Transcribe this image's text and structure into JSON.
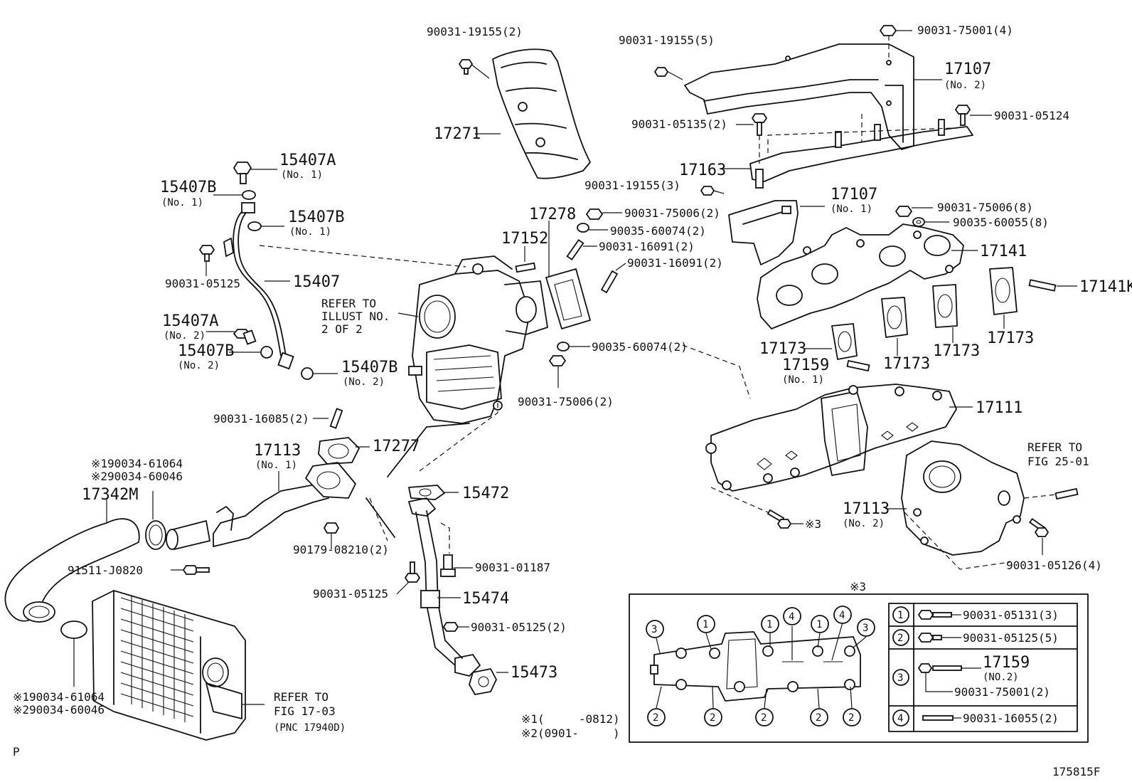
{
  "diagram_id": "175815F",
  "corner_mark": "P",
  "notes": {
    "note1": "※1(     -0812)",
    "note2": "※2(0901-     )"
  },
  "callouts": {
    "c17271": "17271",
    "c90031_19155_2_top": "90031-19155(2)",
    "c90031_19155_5": "90031-19155(5)",
    "c90031_75001_4": "90031-75001(4)",
    "c17107_no2": "17107",
    "c17107_no2_sub": "(No. 2)",
    "c90031_05135_2": "90031-05135(2)",
    "c90031_05124": "90031-05124",
    "c17163": "17163",
    "c90031_19155_3": "90031-19155(3)",
    "c17107_no1": "17107",
    "c17107_no1_sub": "(No. 1)",
    "c90031_75006_8": "90031-75006(8)",
    "c90035_60055_8": "90035-60055(8)",
    "c17141": "17141",
    "c17141K": "17141K",
    "c17173_a": "17173",
    "c17173_b": "17173",
    "c17173_c": "17173",
    "c17173_d": "17173",
    "c17159_no1": "17159",
    "c17159_no1_sub": "(No. 1)",
    "c17111": "17111",
    "c17113_no2": "17113",
    "c17113_no2_sub": "(No. 2)",
    "c90031_05126_4": "90031-05126(4)",
    "refer_fig25_l1": "REFER TO",
    "refer_fig25_l2": "FIG 25-01",
    "c17278": "17278",
    "c90031_75006_2_top": "90031-75006(2)",
    "c90035_60074_2_top": "90035-60074(2)",
    "c17152": "17152",
    "c90031_16091_2_a": "90031-16091(2)",
    "c90031_16091_2_b": "90031-16091(2)",
    "c90035_60074_2_bot": "90035-60074(2)",
    "c90031_75006_2_bot": "90031-75006(2)",
    "refer_illust_l1": "REFER TO",
    "refer_illust_l2": "ILLUST NO.",
    "refer_illust_l3": "2 OF 2",
    "c15407A_no1": "15407A",
    "c15407A_no1_sub": "(No. 1)",
    "c15407B_no1_a": "15407B",
    "c15407B_no1_a_sub": "(No. 1)",
    "c15407B_no1_b": "15407B",
    "c15407B_no1_b_sub": "(No. 1)",
    "c15407": "15407",
    "c90031_05125_left": "90031-05125",
    "c15407A_no2": "15407A",
    "c15407A_no2_sub": "(No. 2)",
    "c15407B_no2_a": "15407B",
    "c15407B_no2_a_sub": "(No. 2)",
    "c15407B_no2_b": "15407B",
    "c15407B_no2_b_sub": "(No. 2)",
    "c90031_16085_2": "90031-16085(2)",
    "c17277": "17277",
    "c17113_no1": "17113",
    "c17113_no1_sub": "(No. 1)",
    "clamp_top_1": "※190034-61064",
    "clamp_top_2": "※290034-60046",
    "c17342M": "17342M",
    "c90179_08210_2": "90179-08210(2)",
    "c91511_J0820": "91511-J0820",
    "c15472": "15472",
    "c90031_01187": "90031-01187",
    "c90031_05125_mid": "90031-05125",
    "c15474": "15474",
    "c90031_05125_2": "90031-05125(2)",
    "c15473": "15473",
    "clamp_bot_1": "※190034-61064",
    "clamp_bot_2": "※290034-60046",
    "refer_fig17_l1": "REFER TO",
    "refer_fig17_l2": "FIG 17-03",
    "refer_fig17_l3": "(PNC 17940D)",
    "mark3": "※3"
  },
  "inset": {
    "title": "※3",
    "gasket_circles": [
      "3",
      "1",
      "1",
      "4",
      "1",
      "4",
      "3",
      "2",
      "2",
      "2",
      "2",
      "2"
    ],
    "legend": [
      {
        "num": "1",
        "part": "90031-05131(3)"
      },
      {
        "num": "2",
        "part": "90031-05125(5)"
      },
      {
        "num": "3",
        "part": "17159",
        "sub": "(NO.2)",
        "part2": "90031-75001(2)"
      },
      {
        "num": "4",
        "part": "90031-16055(2)"
      }
    ]
  }
}
